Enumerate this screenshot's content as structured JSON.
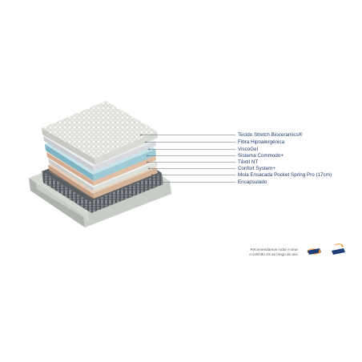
{
  "layers": [
    {
      "label": "Tecido Stretch Bioceramics®"
    },
    {
      "label": "Fibra Hipoalergénica"
    },
    {
      "label": "ViscoGel"
    },
    {
      "label": "Sistema Commodo+"
    },
    {
      "label": "Têxtil NT"
    },
    {
      "label": "Confort System+"
    },
    {
      "label": "Mola Ensacada Pocket Spring Pro (17cm)"
    },
    {
      "label": "Encapsulado"
    }
  ],
  "rotation_note": {
    "line1": "Recomendamos rodar e virar",
    "line2": "o colchão 4X ao longo do ano"
  },
  "icons": [
    "rotate-mattress-icon",
    "flip-mattress-icon"
  ],
  "colors": {
    "text": "#1d3a6b",
    "leader_line": "#5b6470",
    "icon_blue": "#1f3f7a",
    "icon_orange": "#f08a1c"
  }
}
